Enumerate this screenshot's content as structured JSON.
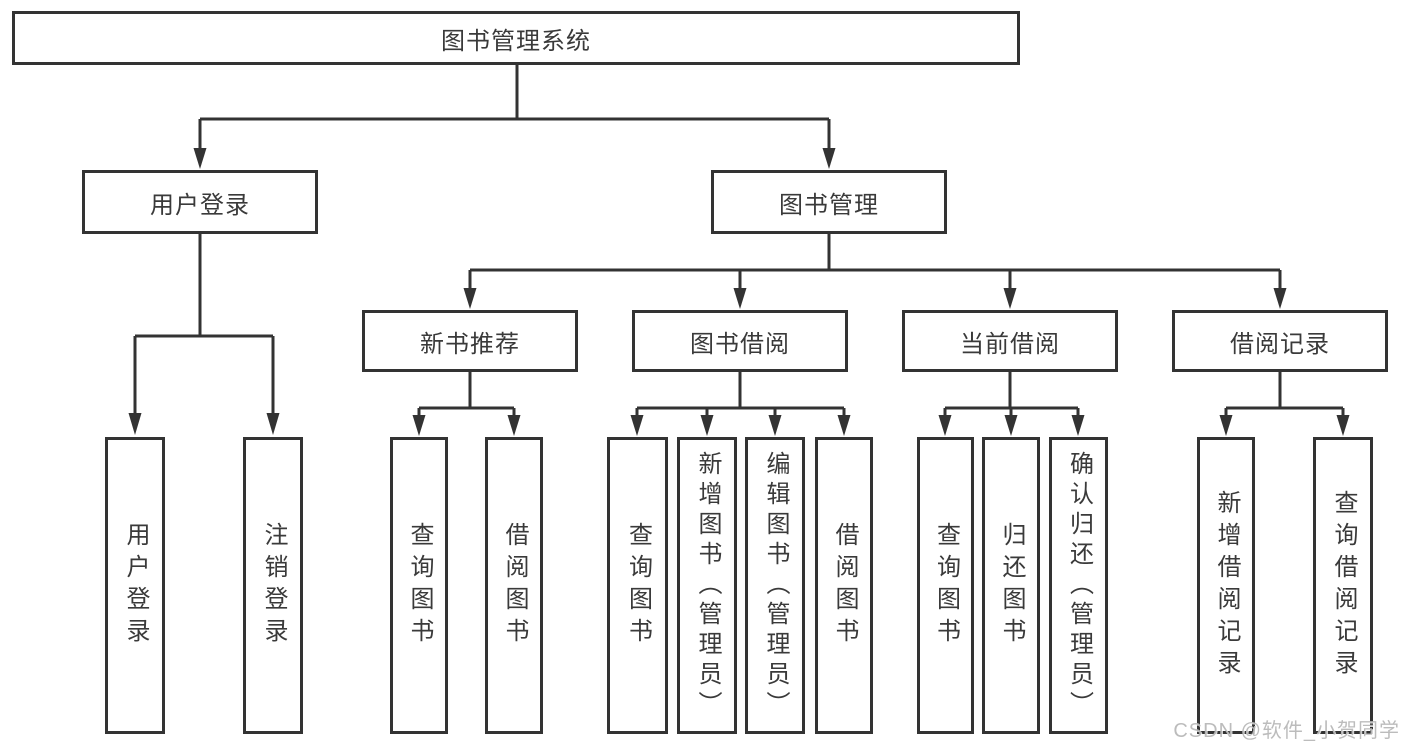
{
  "diagram": {
    "type": "hierarchy-tree",
    "nodes": {
      "root": {
        "label": "图书管理系统"
      },
      "user_login": {
        "label": "用户登录"
      },
      "book_mgmt": {
        "label": "图书管理"
      },
      "new_book_rec": {
        "label": "新书推荐"
      },
      "book_borrow": {
        "label": "图书借阅"
      },
      "current_borrow": {
        "label": "当前借阅"
      },
      "borrow_records": {
        "label": "借阅记录"
      },
      "leaf_user_login": {
        "label": "用户登录"
      },
      "leaf_logout": {
        "label": "注销登录"
      },
      "leaf_nbr_query": {
        "label": "查询图书"
      },
      "leaf_nbr_borrow": {
        "label": "借阅图书"
      },
      "leaf_bb_query": {
        "label": "查询图书"
      },
      "leaf_bb_add": {
        "label": "新增图书（管理员）"
      },
      "leaf_bb_edit": {
        "label": "编辑图书（管理员）"
      },
      "leaf_bb_borrow": {
        "label": "借阅图书"
      },
      "leaf_cb_query": {
        "label": "查询图书"
      },
      "leaf_cb_return": {
        "label": "归还图书"
      },
      "leaf_cb_confirm": {
        "label": "确认归还（管理员）"
      },
      "leaf_br_add": {
        "label": "新增借阅记录"
      },
      "leaf_br_query": {
        "label": "查询借阅记录"
      }
    },
    "hierarchy": {
      "图书管理系统": [
        "用户登录",
        "图书管理"
      ],
      "用户登录": [
        "用户登录",
        "注销登录"
      ],
      "图书管理": [
        "新书推荐",
        "图书借阅",
        "当前借阅",
        "借阅记录"
      ],
      "新书推荐": [
        "查询图书",
        "借阅图书"
      ],
      "图书借阅": [
        "查询图书",
        "新增图书（管理员）",
        "编辑图书（管理员）",
        "借阅图书"
      ],
      "当前借阅": [
        "查询图书",
        "归还图书",
        "确认归还（管理员）"
      ],
      "借阅记录": [
        "新增借阅记录",
        "查询借阅记录"
      ]
    },
    "colors": {
      "line": "#333333",
      "box_border": "#333333",
      "box_fill": "#ffffff",
      "text": "#3a3a3a",
      "watermark": "#b9b9b9",
      "background": "#ffffff"
    }
  },
  "watermark": {
    "text": "CSDN @软件_小贺同学"
  }
}
